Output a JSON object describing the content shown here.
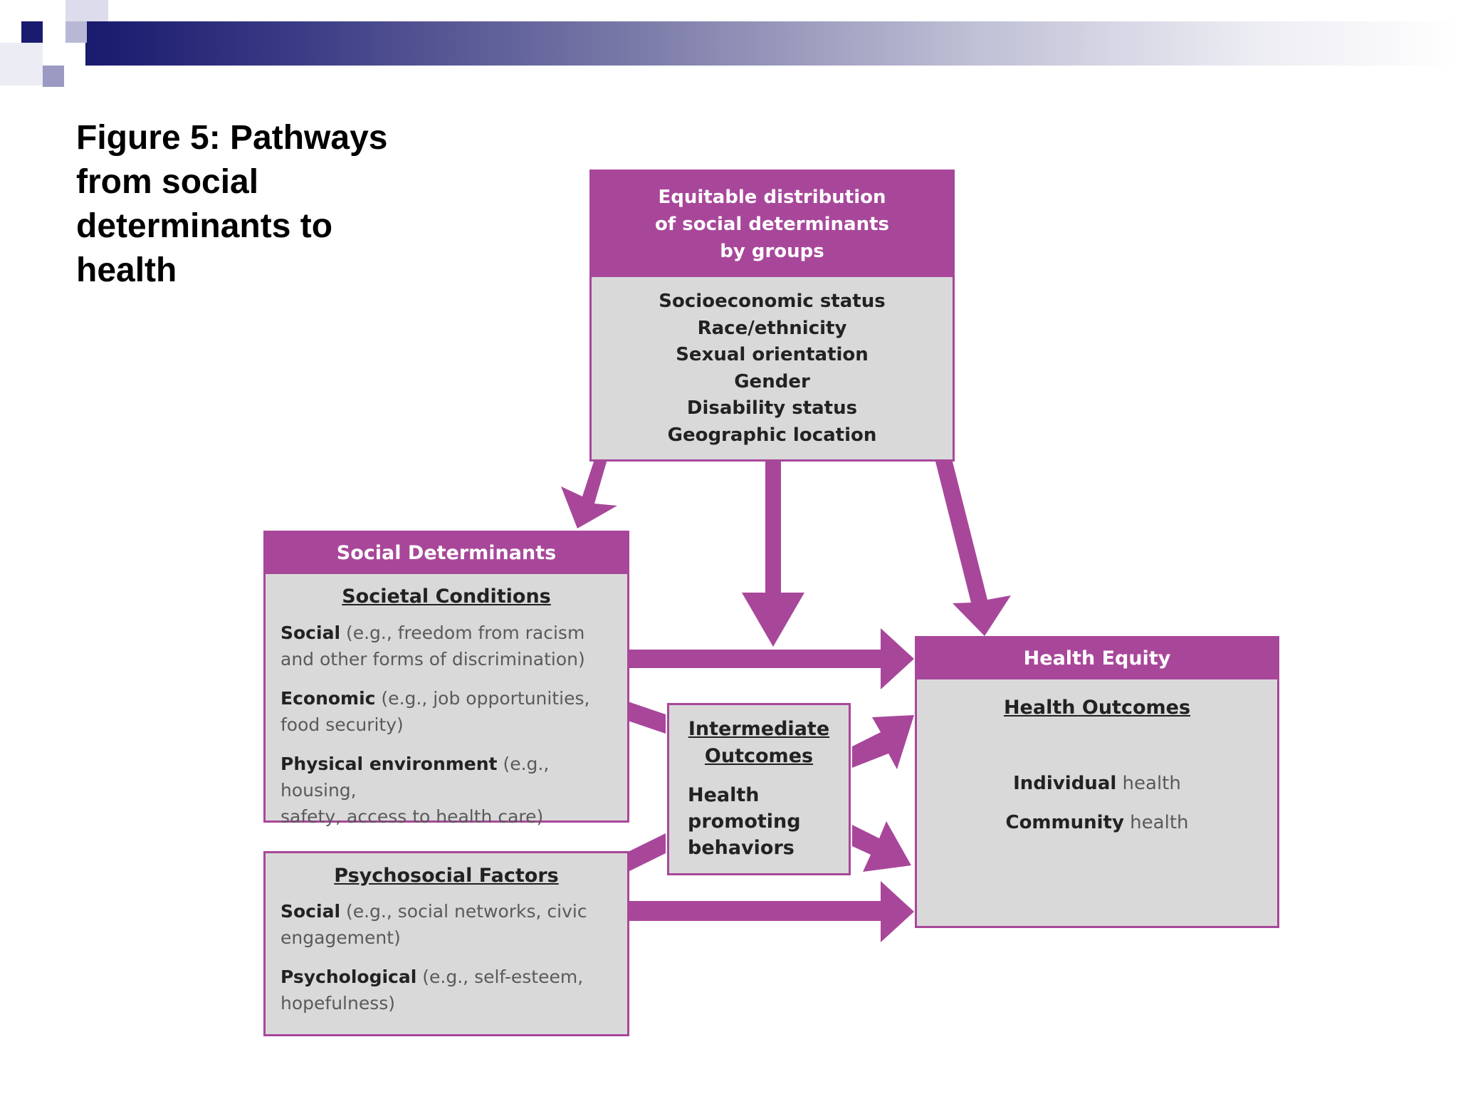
{
  "slide": {
    "title_lines": [
      "Figure 5: Pathways",
      "from social",
      "determinants to",
      "health"
    ],
    "accent_color": "#a8479a",
    "banner_color": "#1a1a6e"
  },
  "equitable": {
    "header_lines": [
      "Equitable distribution",
      "of social determinants",
      "by groups"
    ],
    "items": [
      "Socioeconomic status",
      "Race/ethnicity",
      "Sexual orientation",
      "Gender",
      "Disability status",
      "Geographic location"
    ]
  },
  "social_determinants": {
    "header": "Social Determinants",
    "subtitle": "Societal Conditions",
    "items": [
      {
        "term": "Social",
        "detail_lines": [
          " (e.g., freedom from racism",
          "and other forms of discrimination)"
        ]
      },
      {
        "term": "Economic",
        "detail_lines": [
          " (e.g., job opportunities,",
          "food security)"
        ]
      },
      {
        "term": "Physical environment",
        "detail_lines": [
          " (e.g., housing,",
          "safety, access to health care)"
        ]
      }
    ]
  },
  "psychosocial": {
    "subtitle": "Psychosocial Factors",
    "items": [
      {
        "term": "Social",
        "detail_lines": [
          " (e.g., social networks, civic",
          "engagement)"
        ]
      },
      {
        "term": "Psychological",
        "detail_lines": [
          " (e.g., self-esteem,",
          "hopefulness)"
        ]
      }
    ]
  },
  "intermediate": {
    "title_lines": [
      "Intermediate",
      "Outcomes"
    ],
    "body_lines": [
      "Health",
      "promoting",
      "behaviors"
    ]
  },
  "health_equity": {
    "header": "Health Equity",
    "subtitle": "Health Outcomes",
    "items": [
      {
        "term": "Individual",
        "detail": " health"
      },
      {
        "term": "Community",
        "detail": " health"
      }
    ]
  }
}
